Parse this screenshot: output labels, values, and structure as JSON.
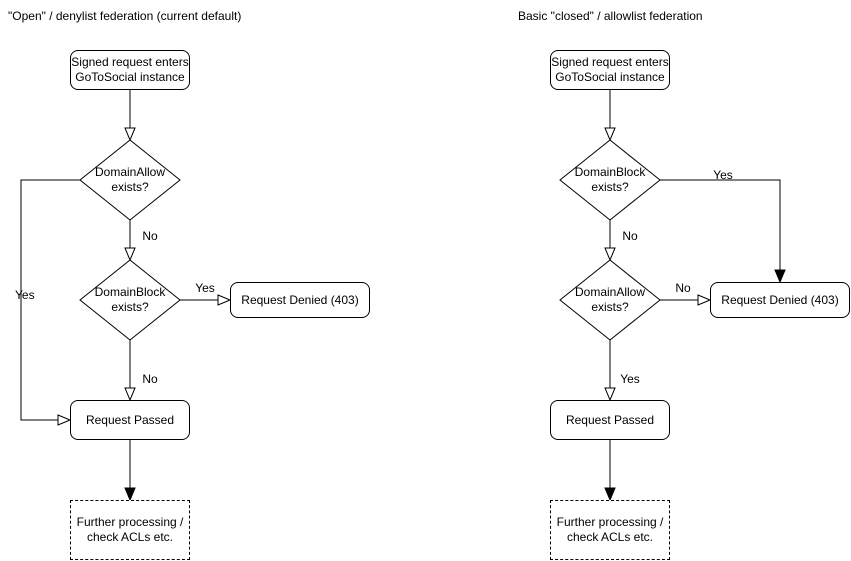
{
  "diagram": {
    "background_color": "#ffffff",
    "stroke_color": "#000000",
    "node_fill_color": "#ffffff",
    "charts": [
      {
        "title": "\"Open\" / denylist federation (current default)",
        "entry": {
          "line1": "Signed request enters",
          "line2": "GoToSocial instance"
        },
        "decision1": {
          "line1": "DomainAllow",
          "line2": "exists?"
        },
        "decision2": {
          "line1": "DomainBlock",
          "line2": "exists?"
        },
        "denied_label": "Request Denied (403)",
        "passed_label": "Request Passed",
        "further": {
          "line1": "Further processing /",
          "line2": "check ACLs etc."
        },
        "labels": {
          "decision1_yes": "Yes",
          "decision1_no": "No",
          "decision2_yes": "Yes",
          "decision2_no": "No"
        }
      },
      {
        "title": "Basic \"closed\" / allowlist federation",
        "entry": {
          "line1": "Signed request enters",
          "line2": "GoToSocial instance"
        },
        "decision1": {
          "line1": "DomainBlock",
          "line2": "exists?"
        },
        "decision2": {
          "line1": "DomainAllow",
          "line2": "exists?"
        },
        "denied_label": "Request Denied (403)",
        "passed_label": "Request Passed",
        "further": {
          "line1": "Further processing /",
          "line2": "check ACLs etc."
        },
        "labels": {
          "decision1_yes": "Yes",
          "decision1_no": "No",
          "decision2_no": "No",
          "decision2_yes": "Yes"
        }
      }
    ]
  }
}
